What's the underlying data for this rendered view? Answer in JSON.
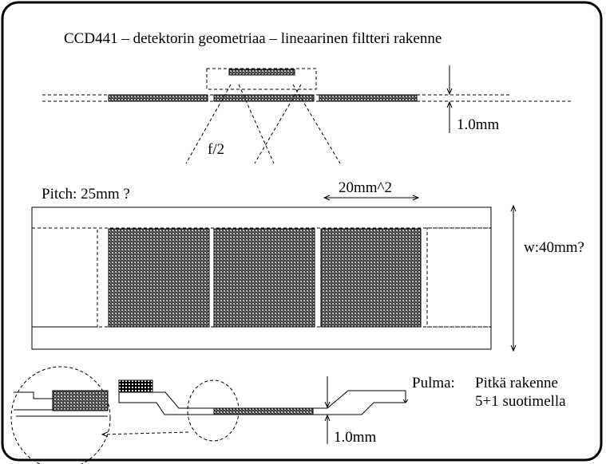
{
  "title": "CCD441 – detektorin geometriaa – lineaarinen filtteri rakenne",
  "top_section": {
    "aperture_label": "f/2",
    "thickness_label": "1.0mm"
  },
  "middle_section": {
    "pitch_label": "Pitch: 25mm ?",
    "filter_size_label": "20mm^2",
    "width_label": "w:40mm?"
  },
  "bottom_section": {
    "thickness_label": "1.0mm",
    "problem_label": "Pulma:",
    "problem_line1": "Pitkä rakenne",
    "problem_line2": "5+1 suotimella"
  },
  "colors": {
    "line": "#000000",
    "background": "#ffffff"
  }
}
